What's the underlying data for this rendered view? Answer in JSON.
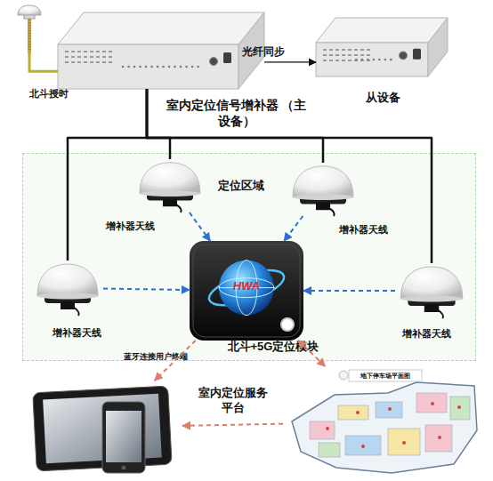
{
  "diagram": {
    "nodes": [
      {
        "text": [
          "北斗授时"
        ]
      },
      {
        "text": [
          "室内定位信号增补器 （主设备）"
        ]
      },
      {
        "text": [
          "从设备"
        ]
      },
      {
        "text": [
          "定位区域"
        ]
      },
      {
        "text": [
          "增补器天线"
        ],
        "in": 3
      },
      {
        "text": [
          "增补器天线"
        ],
        "in": 3
      },
      {
        "text": [
          "增补器天线"
        ],
        "in": 3
      },
      {
        "text": [
          "增补器天线"
        ],
        "in": 3
      },
      {
        "text": [
          "HWA",
          "北斗+5G定位模块"
        ],
        "in": 3
      },
      {
        "text": [
          "蓝牙连接用户终端"
        ]
      },
      {
        "text": [
          "地下停车场平面图"
        ]
      }
    ],
    "edges": [
      {
        "from": 0,
        "to": 1,
        "arrow": "none"
      },
      {
        "from": 1,
        "to": 2,
        "label": "光纤同步",
        "arrow": "to"
      },
      {
        "from": 1,
        "to": 4,
        "arrow": "none"
      },
      {
        "from": 1,
        "to": 5,
        "arrow": "none"
      },
      {
        "from": 1,
        "to": 6,
        "arrow": "none"
      },
      {
        "from": 1,
        "to": 7,
        "arrow": "none"
      },
      {
        "from": 4,
        "to": 8,
        "arrow": "to"
      },
      {
        "from": 5,
        "to": 8,
        "arrow": "to"
      },
      {
        "from": 6,
        "to": 8,
        "arrow": "to"
      },
      {
        "from": 7,
        "to": 8,
        "arrow": "to"
      },
      {
        "from": 8,
        "to": 9,
        "arrow": "to"
      },
      {
        "from": 8,
        "to": 10,
        "arrow": "both"
      },
      {
        "from": 10,
        "to": 9,
        "label": "室内定位服务平台",
        "arrow": "to"
      }
    ]
  }
}
